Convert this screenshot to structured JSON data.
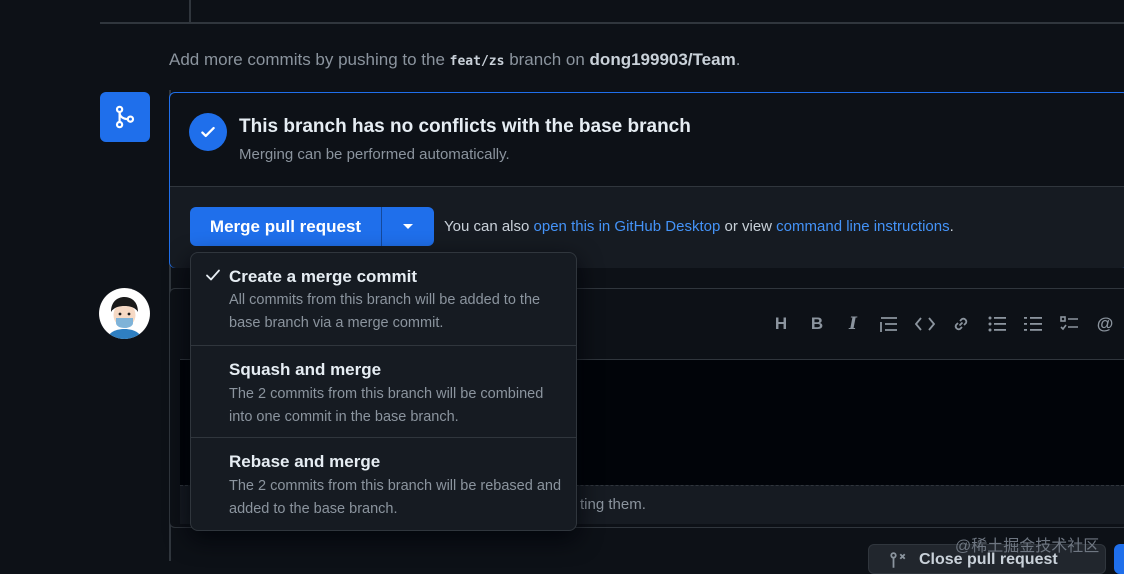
{
  "history": {
    "info_prefix": "Add more commits by pushing to the",
    "branch": "feat/zs",
    "info_middle": "branch on",
    "repo": "dong199903/Team",
    "info_suffix": "."
  },
  "merge_status": {
    "title": "This branch has no conflicts with the base branch",
    "subtitle": "Merging can be performed automatically."
  },
  "merge_actions": {
    "button_label": "Merge pull request",
    "also_prefix": "You can also",
    "desktop_link": "open this in GitHub Desktop",
    "or_view": "or view",
    "cli_link": "command line instructions",
    "suffix": "."
  },
  "merge_options": [
    {
      "title": "Create a merge commit",
      "description": "All commits from this branch will be added to the base branch via a merge commit.",
      "selected": true
    },
    {
      "title": "Squash and merge",
      "description": "The 2 commits from this branch will be combined into one commit in the base branch.",
      "selected": false
    },
    {
      "title": "Rebase and merge",
      "description": "The 2 commits from this branch will be rebased and added to the base branch.",
      "selected": false
    }
  ],
  "comment": {
    "attach_hint_visible": "ting them.",
    "close_button_partial": "Close pull request"
  },
  "toolbar_icons": [
    "heading-icon",
    "bold-icon",
    "italic-icon",
    "quote-icon",
    "code-icon",
    "link-icon",
    "unordered-list-icon",
    "ordered-list-icon",
    "task-list-icon",
    "mention-icon"
  ],
  "watermark": "@稀土掘金技术社区",
  "colors": {
    "background": "#0d1117",
    "accent": "#1f6feb",
    "link": "#4493f8",
    "border": "#30363d",
    "muted": "#8b949e"
  }
}
